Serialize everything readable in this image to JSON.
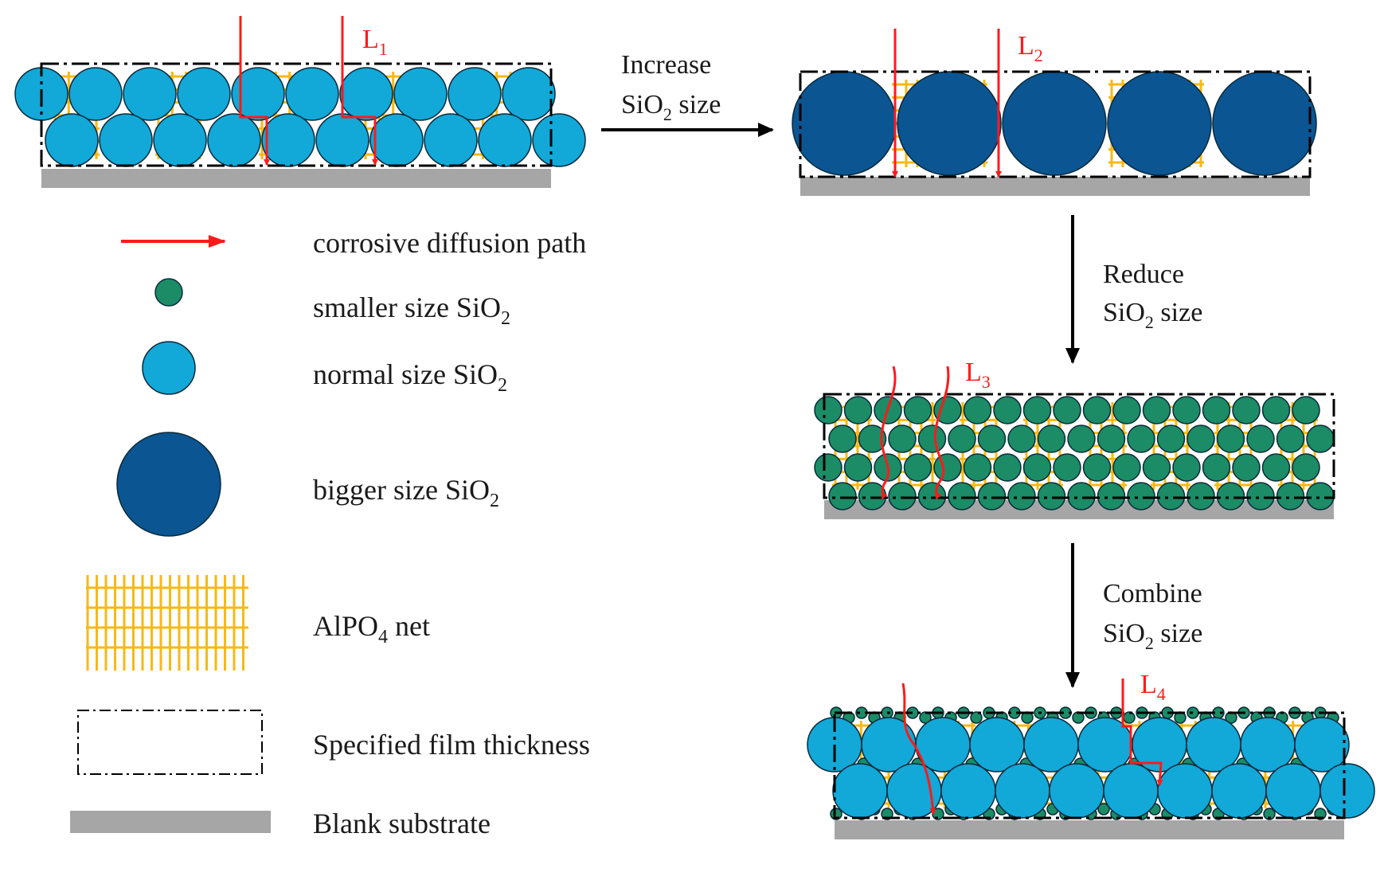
{
  "colors": {
    "small_sio2": "#1b8c66",
    "normal_sio2": "#12a8d8",
    "bigger_sio2": "#0b5592",
    "alpo4_net": "#f7b916",
    "substrate": "#a6a6a6",
    "diffusion_path": "#ff1a1a",
    "outline": "#0a2a3a"
  },
  "stages": {
    "s1": {
      "path_label": {
        "base": "L",
        "sub": "1"
      }
    },
    "s2": {
      "path_label": {
        "base": "L",
        "sub": "2"
      }
    },
    "s3": {
      "path_label": {
        "base": "L",
        "sub": "3"
      }
    },
    "s4": {
      "path_label": {
        "base": "L",
        "sub": "4"
      }
    }
  },
  "transitions": {
    "increase": {
      "line1": "Increase",
      "line2_pre": "SiO",
      "line2_sub": "2",
      "line2_post": " size"
    },
    "reduce": {
      "line1": "Reduce",
      "line2_pre": "SiO",
      "line2_sub": "2",
      "line2_post": " size"
    },
    "combine": {
      "line1": "Combine",
      "line2_pre": "SiO",
      "line2_sub": "2",
      "line2_post": " size"
    }
  },
  "legend": {
    "path": {
      "text": "corrosive diffusion path"
    },
    "small": {
      "pre": "smaller size SiO",
      "sub": "2"
    },
    "normal": {
      "pre": "normal size SiO",
      "sub": "2"
    },
    "bigger": {
      "pre": "bigger size SiO",
      "sub": "2"
    },
    "net": {
      "pre": "AlPO",
      "sub": "4",
      "post": " net"
    },
    "thickness": {
      "text": "Specified film thickness"
    },
    "substrate": {
      "text": "Blank substrate"
    }
  }
}
